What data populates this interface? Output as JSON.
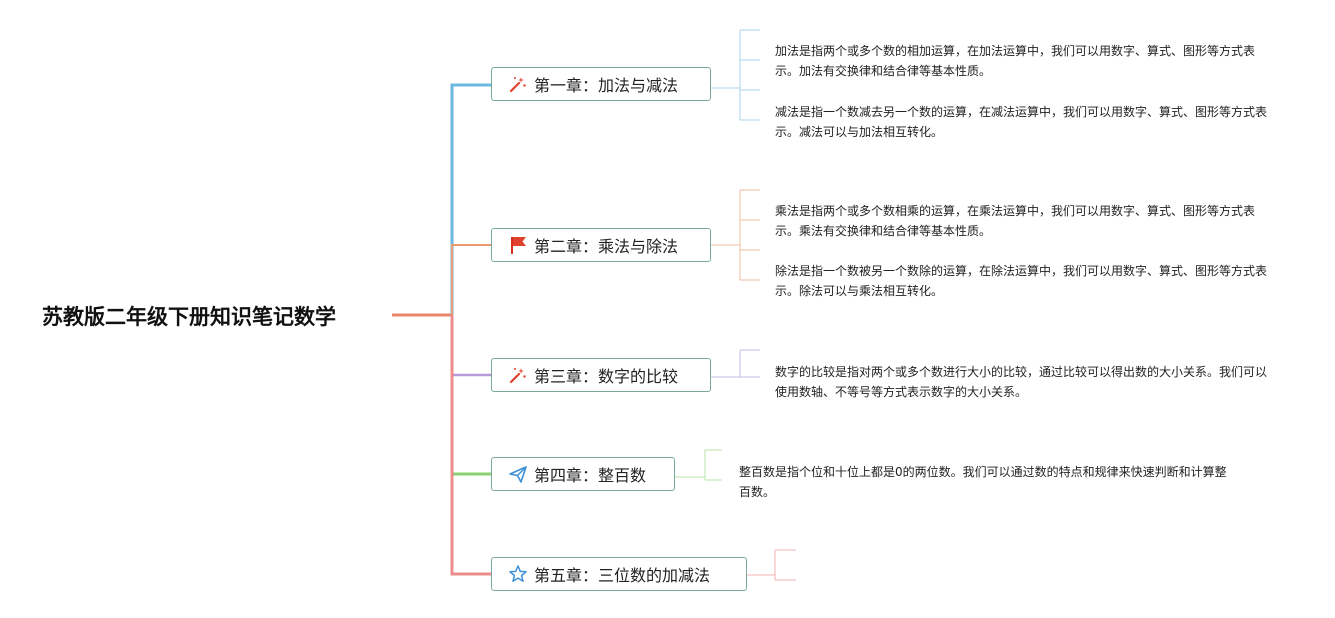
{
  "root": {
    "title": "苏教版二年级下册知识笔记数学"
  },
  "colors": {
    "root_line": "#e8856a",
    "ch1": "#6bb8e0",
    "ch2": "#ea9a72",
    "ch3": "#b49ad8",
    "ch4": "#8ccf72",
    "ch5": "#ee8b8b",
    "node_border": "#7aaa9e"
  },
  "chapters": [
    {
      "icon": "magic-wand-icon",
      "label": "第一章：加法与减法",
      "notes": [
        "加法是指两个或多个数的相加运算，在加法运算中，我们可以用数字、算式、图形等方式表示。加法有交换律和结合律等基本性质。",
        "减法是指一个数减去另一个数的运算，在减法运算中，我们可以用数字、算式、图形等方式表示。减法可以与加法相互转化。"
      ]
    },
    {
      "icon": "red-flag-icon",
      "label": "第二章：乘法与除法",
      "notes": [
        "乘法是指两个或多个数相乘的运算，在乘法运算中，我们可以用数字、算式、图形等方式表示。乘法有交换律和结合律等基本性质。",
        "除法是指一个数被另一个数除的运算，在除法运算中，我们可以用数字、算式、图形等方式表示。除法可以与乘法相互转化。"
      ]
    },
    {
      "icon": "magic-wand-icon",
      "label": "第三章：数字的比较",
      "notes": [
        "数字的比较是指对两个或多个数进行大小的比较，通过比较可以得出数的大小关系。我们可以使用数轴、不等号等方式表示数字的大小关系。"
      ]
    },
    {
      "icon": "paper-plane-icon",
      "label": "第四章：整百数",
      "notes": [
        "整百数是指个位和十位上都是0的两位数。我们可以通过数的特点和规律来快速判断和计算整百数。"
      ]
    },
    {
      "icon": "star-icon",
      "label": "第五章：三位数的加减法",
      "notes": []
    }
  ]
}
